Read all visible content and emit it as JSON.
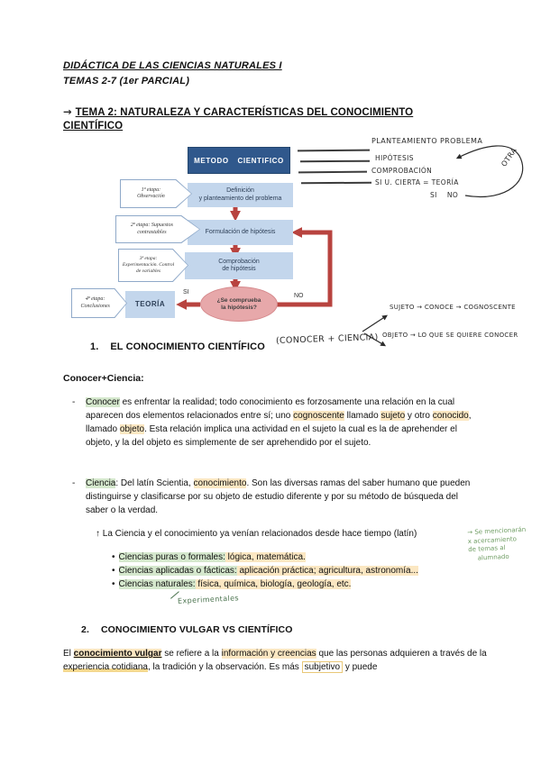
{
  "header": {
    "course": "DIDÁCTICA DE LAS CIENCIAS NATURALES I",
    "subtitle": "TEMAS 2-7 (1er PARCIAL)",
    "arrow": "→",
    "tema": "TEMA 2: NATURALEZA Y CARACTERÍSTICAS DEL CONOCIMIENTO CIENTÍFICO"
  },
  "diagram": {
    "title": "METODO CIENTIFICO",
    "stages": [
      {
        "line1": "1ª etapa:",
        "line2": "Observación"
      },
      {
        "line1": "2ª etapa: Supuestos",
        "line2": "contrastables"
      },
      {
        "line1": "3ª etapa:",
        "line2": "Experimentación. Control",
        "line3": "de variables"
      },
      {
        "line1": "4ª etapa:",
        "line2": "Conclusiones"
      }
    ],
    "box1_line1": "Definición",
    "box1_line2": "y planteamiento del problema",
    "box2": "Formulación de hipótesis",
    "box3_line1": "Comprobación",
    "box3_line2": "de hipótesis",
    "theory": "TEORÍA",
    "decision_line1": "¿Se comprueba",
    "decision_line2": "la hipótesis?",
    "yes": "SI",
    "no": "NO",
    "colors": {
      "title_bg": "#30588c",
      "box_bg": "#c3d6ec",
      "decision_bg": "#e7a8aa",
      "arrow_red": "#b8433f"
    }
  },
  "handnotes": {
    "flow1": "PLANTEAMIENTO PROBLEMA",
    "flow2": "HIPÓTESIS",
    "flow3": "COMPROBACIÓN",
    "flow4": "SI U. CIERTA = TEORÍA",
    "si_no": "SI    NO",
    "otra": "OTRA",
    "conocer_ciencia": "(CONOCER + CIENCIA)",
    "sujeto": "SUJETO → CONOCE → COGNOSCENTE",
    "objeto": "OBJETO → LO QUE SE QUIERE CONOCER",
    "experimentales": "Experimentales",
    "green_note_lines": [
      "→ Se mencionarán",
      "x acercamiento",
      "de temas al",
      "alumnado"
    ],
    "green_ink": "#6f9d63"
  },
  "section1": {
    "number": "1.",
    "heading": "EL CONOCIMIENTO CIENTÍFICO",
    "subheading": "Conocer+Ciencia:",
    "dash": "-",
    "bullet_char": "•",
    "b1": {
      "s0": "Conocer",
      "s1": " es enfrentar la realidad; todo conocimiento es forzosamente una relación en la cual aparecen dos elementos relacionados entre sí; uno ",
      "s2": "cognoscente",
      "s3": " llamado ",
      "s4": "sujeto",
      "s5": " y otro ",
      "s6": "conocido",
      "s7": ", llamado ",
      "s8": "objeto",
      "s9": ". Esta relación implica una actividad en el sujeto la cual es la de aprehender el objeto, y la del objeto es simplemente de ser aprehendido por el sujeto."
    },
    "b2": {
      "s0": "Ciencia",
      "s1": ": Del latín Scientia, ",
      "s2": "conocimiento",
      "s3": ". Son las diversas ramas del saber humano que pueden distinguirse y clasificarse por su objeto de estudio diferente y por su método de búsqueda del saber o la verdad."
    },
    "note": "↑ La Ciencia y el conocimiento ya venían relacionados desde hace tiempo (latín)",
    "sub_bullets": [
      {
        "head": "Ciencias puras o formales:",
        "tail": " lógica, matemática."
      },
      {
        "head": "Ciencias aplicadas o fácticas:",
        "tail": " aplicación práctica; agricultura, astronomía..."
      },
      {
        "head": "Ciencias naturales:",
        "tail": " física, química, biología, geología, etc."
      }
    ],
    "highlight_green": "#d5e8cd",
    "highlight_yellow": "#fbe7c2"
  },
  "section2": {
    "number": "2.",
    "heading": "CONOCIMIENTO VULGAR VS CIENTÍFICO",
    "p": {
      "s0": "El ",
      "s1": "conocimiento vulgar",
      "s2": " se refiere a la ",
      "s3": "información y creencias",
      "s4": " que las personas adquieren a través de la ",
      "s5": "experiencia cotidiana",
      "s6": ", la tradición y la observación. Es más ",
      "s7": "subjetivo",
      "s8": " y puede"
    }
  }
}
